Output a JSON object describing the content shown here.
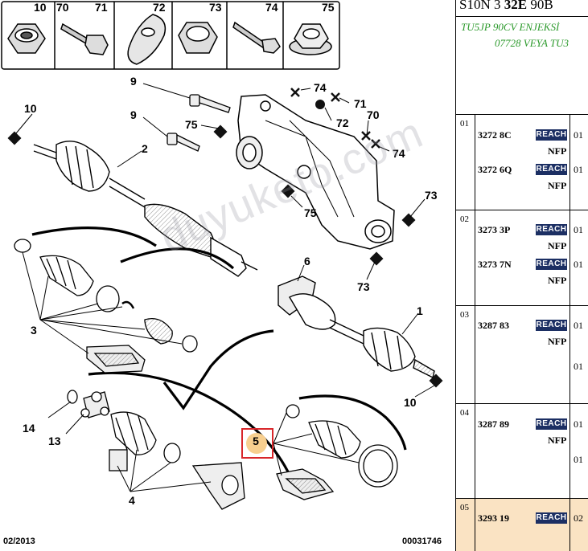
{
  "header": {
    "title_prefix": "S10N 3 ",
    "title_bold": "32E",
    "title_suffix": " 90B",
    "subtitle_line1": "TU5JP 90CV ENJEKSİ",
    "subtitle_line2": "07728 VEYA TU3"
  },
  "diagram": {
    "thumb_labels": [
      "10",
      "70",
      "71",
      "72",
      "73",
      "74",
      "75"
    ],
    "refs": {
      "r9a": "9",
      "r74a": "74",
      "r71": "71",
      "r72": "72",
      "r70": "70",
      "r74b": "74",
      "r10a": "10",
      "r9b": "9",
      "r75a": "75",
      "r2": "2",
      "r73a": "73",
      "r75b": "75",
      "r6": "6",
      "r73b": "73",
      "r1": "1",
      "r3": "3",
      "r10b": "10",
      "r14": "14",
      "r13": "13",
      "r4": "4"
    },
    "highlight_ref": "5",
    "watermark": "duyuketo.com",
    "footer_date": "02/2013",
    "footer_code": "00031746"
  },
  "colors": {
    "badge": "#1c2f63",
    "highlight_row": "#fae3c3",
    "highlight_box": "#d8262a",
    "subtitle": "#2c9a2c"
  },
  "groups": [
    {
      "num": "01",
      "parts": [
        {
          "pn": "3272 8C",
          "badge": "REACH",
          "qty": "01",
          "note": "NFP"
        },
        {
          "pn": "3272 6Q",
          "badge": "REACH",
          "qty": "01",
          "note": "NFP"
        }
      ]
    },
    {
      "num": "02",
      "parts": [
        {
          "pn": "3273 3P",
          "badge": "REACH",
          "qty": "01",
          "note": "NFP"
        },
        {
          "pn": "3273 7N",
          "badge": "REACH",
          "qty": "01",
          "note": "NFP"
        }
      ]
    },
    {
      "num": "03",
      "parts": [
        {
          "pn": "3287 83",
          "badge": "REACH",
          "qty": "01",
          "note": "NFP"
        }
      ],
      "extra_qty": "01"
    },
    {
      "num": "04",
      "parts": [
        {
          "pn": "3287 89",
          "badge": "REACH",
          "qty": "01",
          "note": "NFP"
        }
      ],
      "extra_qty": "01"
    },
    {
      "num": "05",
      "parts": [
        {
          "pn": "3293 19",
          "badge": "REACH",
          "qty": "02"
        }
      ]
    }
  ]
}
